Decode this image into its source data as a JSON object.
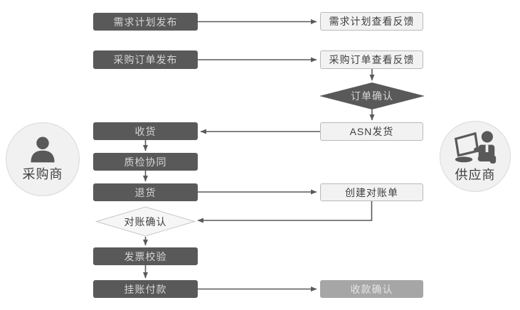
{
  "actors": {
    "buyer": {
      "label": "采购商",
      "icon": "person-silhouette-icon"
    },
    "supplier": {
      "label": "供应商",
      "icon": "person-with-laptop-icon"
    }
  },
  "nodes": {
    "demand_plan_publish": {
      "label": "需求计划发布",
      "style": "dark"
    },
    "demand_plan_feedback": {
      "label": "需求计划查看反馈",
      "style": "light"
    },
    "po_publish": {
      "label": "采购订单发布",
      "style": "dark"
    },
    "po_feedback": {
      "label": "采购订单查看反馈",
      "style": "light"
    },
    "order_confirm": {
      "label": "订单确认",
      "style": "dark-diamond"
    },
    "asn_ship": {
      "label": "ASN发货",
      "style": "light"
    },
    "receive_goods": {
      "label": "收货",
      "style": "dark"
    },
    "quality_collab": {
      "label": "质检协同",
      "style": "dark"
    },
    "return_goods": {
      "label": "退货",
      "style": "dark"
    },
    "create_statement": {
      "label": "创建对账单",
      "style": "light"
    },
    "statement_confirm": {
      "label": "对账确认",
      "style": "light-diamond"
    },
    "invoice_check": {
      "label": "发票校验",
      "style": "dark"
    },
    "payment": {
      "label": "挂账付款",
      "style": "dark"
    },
    "payment_confirm": {
      "label": "收款确认",
      "style": "gray"
    }
  },
  "colors": {
    "dark_node": "#595959",
    "dark_node_text": "#d6d6d6",
    "light_node_bg": "#f2f2f2",
    "light_node_border": "#b9b9b9",
    "light_node_text": "#3f3f3f",
    "gray_node": "#a6a6a6",
    "gray_node_text": "#e6e6e6",
    "arrow": "#595959",
    "actor_bg": "#f1f1f1",
    "actor_border": "#d9d9d9",
    "actor_icon": "#595959",
    "actor_text": "#3f3f3f",
    "diamond_light_bg": "#f6f6f6",
    "diamond_light_border": "#c8c8c8"
  }
}
